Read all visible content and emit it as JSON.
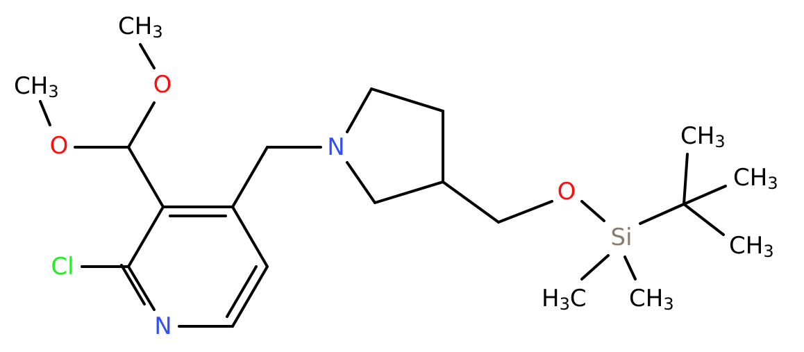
{
  "molecule": {
    "colors": {
      "bond": "#000000",
      "carbon": "#000000",
      "oxygen": "#ff0d0d",
      "nitrogen": "#3050f8",
      "chlorine": "#1ff01f",
      "silicon": "#8b7b6e"
    },
    "labels": {
      "ch3_top": "CH",
      "ch3_top_sub": "3",
      "ch3_left": "CH",
      "ch3_left_sub": "3",
      "o_upper": "O",
      "o_left": "O",
      "cl": "Cl",
      "n_pyridine": "N",
      "n_pyrrolidine": "N",
      "o_silyl": "O",
      "si": "Si",
      "ch3_tbu_top": "CH",
      "ch3_tbu_top_sub": "3",
      "ch3_tbu_right": "CH",
      "ch3_tbu_right_sub": "3",
      "ch3_tbu_low": "CH",
      "ch3_tbu_low_sub": "3",
      "ch3_si_right": "CH",
      "ch3_si_right_sub": "3",
      "h3c_si_left_h": "H",
      "h3c_si_left_sub": "3",
      "h3c_si_left_c": "C"
    }
  }
}
